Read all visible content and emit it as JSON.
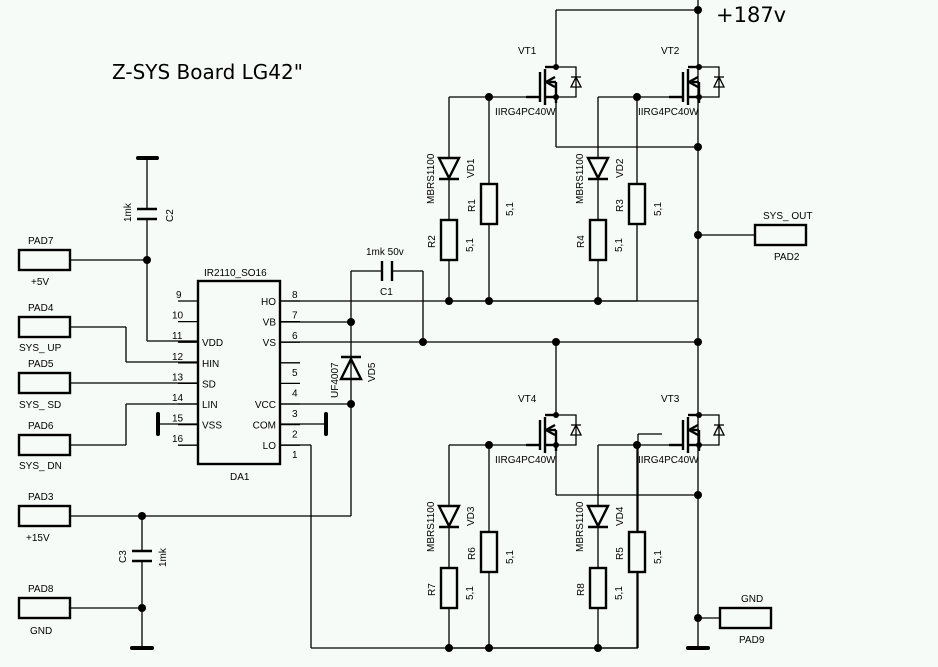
{
  "title": "Z-SYS Board LG42\"",
  "supply_label": "+187v",
  "ic": {
    "name": "IR2110_SO16",
    "ref": "DA1",
    "left_pins": [
      {
        "num": "9",
        "name": ""
      },
      {
        "num": "10",
        "name": ""
      },
      {
        "num": "11",
        "name": "VDD"
      },
      {
        "num": "12",
        "name": "HIN"
      },
      {
        "num": "13",
        "name": "SD"
      },
      {
        "num": "14",
        "name": "LIN"
      },
      {
        "num": "15",
        "name": "VSS"
      },
      {
        "num": "16",
        "name": ""
      }
    ],
    "right_pins": [
      {
        "num": "8",
        "name": "HO"
      },
      {
        "num": "7",
        "name": "VB"
      },
      {
        "num": "6",
        "name": "VS"
      },
      {
        "num": "5",
        "name": ""
      },
      {
        "num": "4",
        "name": ""
      },
      {
        "num": "3",
        "name": "VCC"
      },
      {
        "num": "2",
        "name": "COM"
      },
      {
        "num": "1",
        "name": "LO"
      }
    ]
  },
  "pads": {
    "pad7": {
      "ref": "PAD7",
      "net": "+5V"
    },
    "pad4": {
      "ref": "PAD4",
      "net": "SYS_ UP"
    },
    "pad5": {
      "ref": "PAD5",
      "net": "SYS_ SD"
    },
    "pad6": {
      "ref": "PAD6",
      "net": "SYS_ DN"
    },
    "pad3": {
      "ref": "PAD3",
      "net": "+15V"
    },
    "pad8": {
      "ref": "PAD8",
      "net": "GND"
    },
    "pad2": {
      "ref": "PAD2",
      "net": "SYS_ OUT"
    },
    "pad9": {
      "ref": "PAD9",
      "net": "GND"
    }
  },
  "capacitors": {
    "c1": {
      "ref": "C1",
      "value": "1mk 50v"
    },
    "c2": {
      "ref": "C2",
      "value": "1mk"
    },
    "c3": {
      "ref": "C3",
      "value": "1mk"
    }
  },
  "diodes": {
    "vd1": {
      "ref": "VD1",
      "part": "MBRS1100"
    },
    "vd2": {
      "ref": "VD2",
      "part": "MBRS1100"
    },
    "vd3": {
      "ref": "VD3",
      "part": "MBRS1100"
    },
    "vd4": {
      "ref": "VD4",
      "part": "MBRS1100"
    },
    "vd5": {
      "ref": "VD5",
      "part": "UF4007"
    }
  },
  "resistors": {
    "r1": {
      "ref": "R1",
      "value": "5,1"
    },
    "r2": {
      "ref": "R2",
      "value": "5,1"
    },
    "r3": {
      "ref": "R3",
      "value": "5,1"
    },
    "r4": {
      "ref": "R4",
      "value": "5,1"
    },
    "r5": {
      "ref": "R5",
      "value": "5,1"
    },
    "r6": {
      "ref": "R6",
      "value": "5,1"
    },
    "r7": {
      "ref": "R7",
      "value": "5,1"
    },
    "r8": {
      "ref": "R8",
      "value": "5,1"
    }
  },
  "transistors": {
    "vt1": {
      "ref": "VT1",
      "part": "IIRG4PC40W"
    },
    "vt2": {
      "ref": "VT2",
      "part": "IIRG4PC40W"
    },
    "vt3": {
      "ref": "VT3",
      "part": "IIRG4PC40W"
    },
    "vt4": {
      "ref": "VT4",
      "part": "IIRG4PC40W"
    }
  }
}
